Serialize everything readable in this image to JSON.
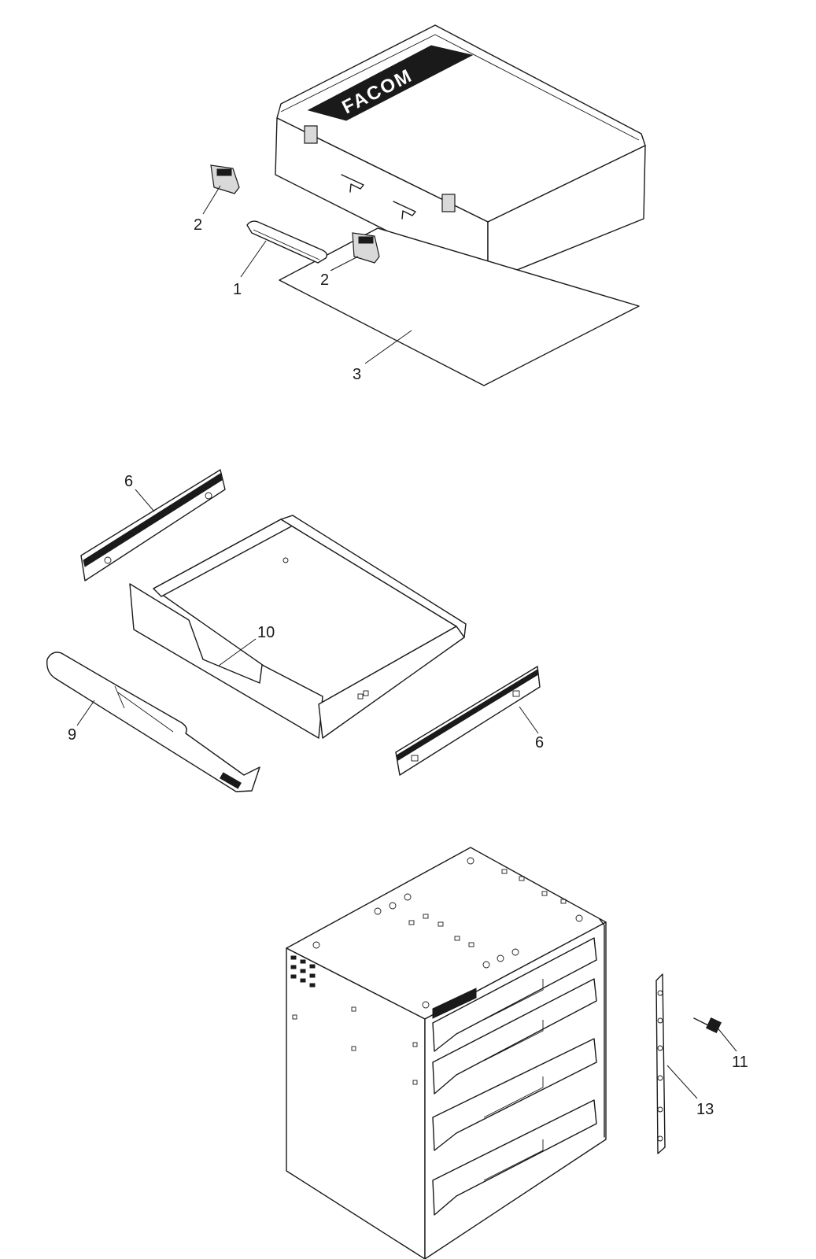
{
  "brand": "FACOM",
  "callouts": {
    "c1": "1",
    "c2a": "2",
    "c2b": "2",
    "c3": "3",
    "c6a": "6",
    "c6b": "6",
    "c9": "9",
    "c10": "10",
    "c11": "11",
    "c13": "13"
  }
}
